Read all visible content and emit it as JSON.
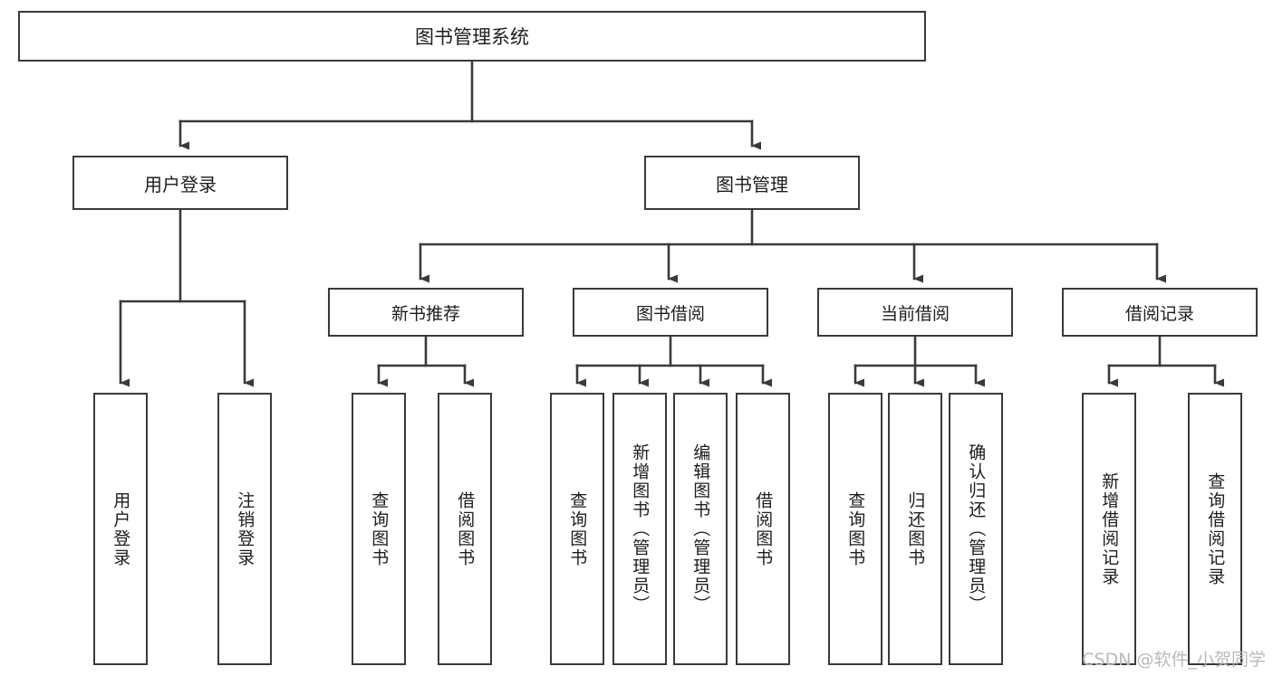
{
  "diagram": {
    "type": "tree-hierarchy-chart",
    "title": "图书管理系统",
    "orientation": "top-down",
    "line_color": "#3a3a3a",
    "box_fill": "#ffffff",
    "box_border": "#3a3a3a",
    "watermark": "CSDN @软件_小贺同学",
    "root": {
      "id": "root",
      "label": "图书管理系统",
      "level": 0
    },
    "level1": [
      {
        "id": "user-login",
        "label": "用户登录",
        "level": 1
      },
      {
        "id": "book-manage",
        "label": "图书管理",
        "level": 1
      }
    ],
    "level2": [
      {
        "id": "new-book-recommend",
        "label": "新书推荐",
        "parent": "book-manage",
        "level": 2
      },
      {
        "id": "book-borrow",
        "label": "图书借阅",
        "parent": "book-manage",
        "level": 2
      },
      {
        "id": "current-borrow",
        "label": "当前借阅",
        "parent": "book-manage",
        "level": 2
      },
      {
        "id": "borrow-record",
        "label": "借阅记录",
        "parent": "book-manage",
        "level": 2
      }
    ],
    "leaves": [
      {
        "id": "leaf-user-login",
        "label": "用户登录",
        "parent": "user-login"
      },
      {
        "id": "leaf-logout-login",
        "label": "注销登录",
        "parent": "user-login"
      },
      {
        "id": "leaf-query-book-1",
        "label": "查询图书",
        "parent": "new-book-recommend"
      },
      {
        "id": "leaf-borrow-book-1",
        "label": "借阅图书",
        "parent": "new-book-recommend"
      },
      {
        "id": "leaf-query-book-2",
        "label": "查询图书",
        "parent": "book-borrow"
      },
      {
        "id": "leaf-add-book",
        "label": "新增图书（管理员）",
        "parent": "book-borrow"
      },
      {
        "id": "leaf-edit-book",
        "label": "编辑图书（管理员）",
        "parent": "book-borrow"
      },
      {
        "id": "leaf-borrow-book-2",
        "label": "借阅图书",
        "parent": "book-borrow"
      },
      {
        "id": "leaf-query-book-3",
        "label": "查询图书",
        "parent": "current-borrow"
      },
      {
        "id": "leaf-return-book",
        "label": "归还图书",
        "parent": "current-borrow"
      },
      {
        "id": "leaf-confirm-return",
        "label": "确认归还（管理员）",
        "parent": "current-borrow"
      },
      {
        "id": "leaf-add-record",
        "label": "新增借阅记录",
        "parent": "borrow-record"
      },
      {
        "id": "leaf-query-record",
        "label": "查询借阅记录",
        "parent": "borrow-record"
      }
    ]
  }
}
